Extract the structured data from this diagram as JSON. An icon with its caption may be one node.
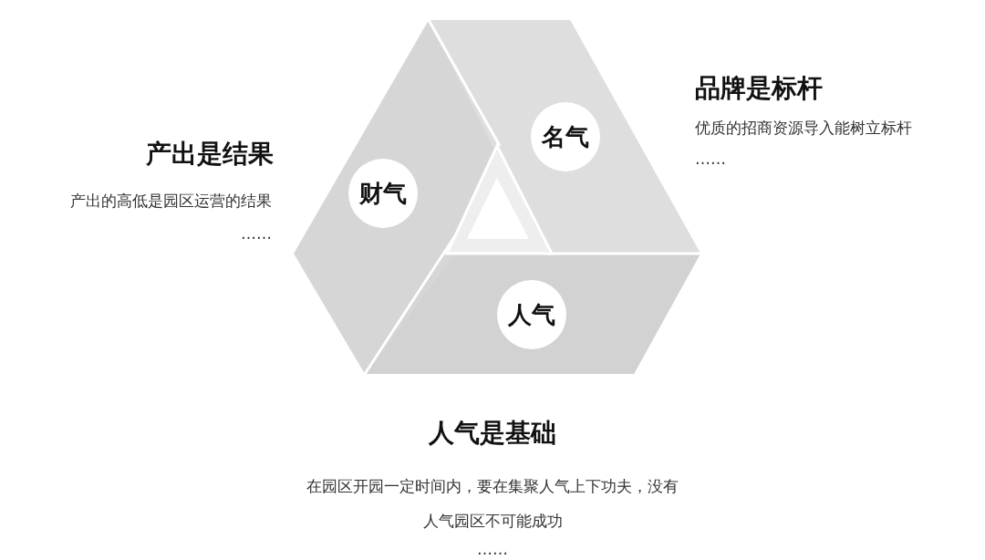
{
  "diagram": {
    "nodes": [
      {
        "text": [
          "名气"
        ]
      },
      {
        "text": [
          "财气"
        ]
      },
      {
        "text": [
          "人气"
        ]
      }
    ],
    "labels": [
      "品牌是标杆",
      "优质的招商资源导入能树立标杆",
      "……",
      "产出是结果",
      "产出的高低是园区运营的结果",
      "……",
      "人气是基础",
      "在园区开园一定时间内，要在集聚人气上下功夫，没有人气园区不可能成功",
      "……"
    ]
  }
}
